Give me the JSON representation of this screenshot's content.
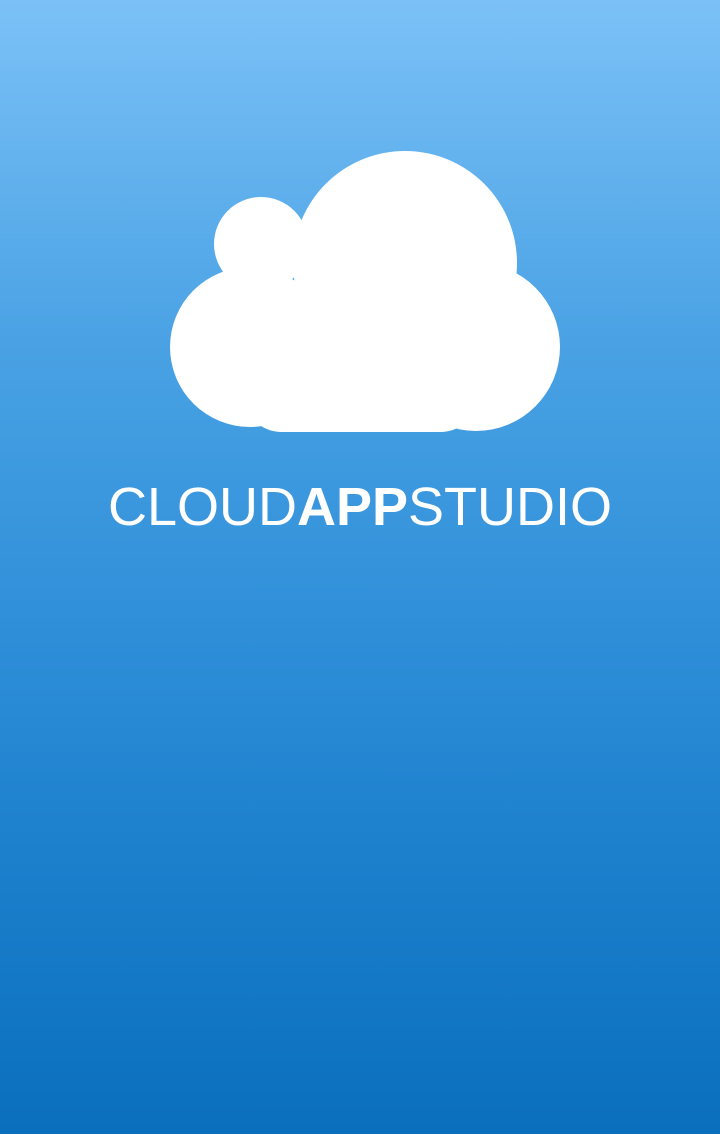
{
  "app": {
    "logo_parts": {
      "first": "CLOUD",
      "middle": "APP",
      "last": "STUDIO"
    },
    "logo_icon": "cloud-icon"
  },
  "colors": {
    "gradient_top": "#7bc1f7",
    "gradient_bottom": "#0a6fbd",
    "foreground": "#ffffff"
  }
}
